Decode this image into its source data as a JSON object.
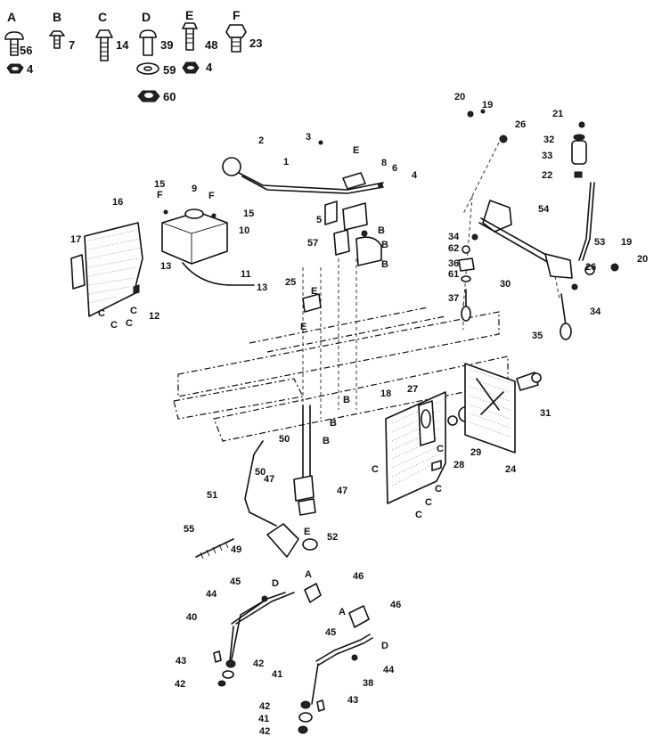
{
  "hardware_key": [
    {
      "letter": "A",
      "bolt_qty": "56",
      "nut_qty": "4"
    },
    {
      "letter": "B",
      "bolt_qty": "7"
    },
    {
      "letter": "C",
      "bolt_qty": "14"
    },
    {
      "letter": "D",
      "bolt_qty": "39",
      "washer_qty": "59",
      "lock_nut_qty": "60"
    },
    {
      "letter": "E",
      "bolt_qty": "48",
      "nut_qty": "4"
    },
    {
      "letter": "F",
      "bolt_qty": "23"
    }
  ],
  "callouts": [
    "1",
    "2",
    "3",
    "4",
    "5",
    "6",
    "8",
    "9",
    "10",
    "11",
    "12",
    "13",
    "15",
    "16",
    "17",
    "18",
    "19",
    "20",
    "21",
    "22",
    "24",
    "25",
    "26",
    "27",
    "28",
    "29",
    "30",
    "31",
    "32",
    "33",
    "34",
    "35",
    "36",
    "37",
    "38",
    "40",
    "41",
    "42",
    "43",
    "44",
    "45",
    "46",
    "47",
    "49",
    "50",
    "51",
    "52",
    "53",
    "54",
    "55",
    "57",
    "61",
    "62"
  ],
  "letters": {
    "A": "A",
    "B": "B",
    "C": "C",
    "D": "D",
    "E": "E",
    "F": "F"
  }
}
